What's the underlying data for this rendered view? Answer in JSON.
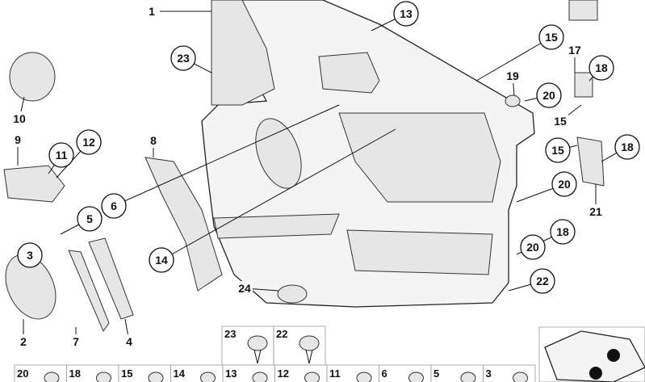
{
  "callouts": [
    {
      "label": "1",
      "circled": false
    },
    {
      "label": "13",
      "circled": true
    },
    {
      "label": "23",
      "circled": true
    },
    {
      "label": "15",
      "circled": true
    },
    {
      "label": "17",
      "circled": false
    },
    {
      "label": "18",
      "circled": true
    },
    {
      "label": "19",
      "circled": false
    },
    {
      "label": "20",
      "circled": true
    },
    {
      "label": "15",
      "circled": false
    },
    {
      "label": "15",
      "circled": true
    },
    {
      "label": "18",
      "circled": true
    },
    {
      "label": "20",
      "circled": true
    },
    {
      "label": "21",
      "circled": false
    },
    {
      "label": "20",
      "circled": true
    },
    {
      "label": "18",
      "circled": true
    },
    {
      "label": "22",
      "circled": true
    },
    {
      "label": "10",
      "circled": false
    },
    {
      "label": "9",
      "circled": false
    },
    {
      "label": "11",
      "circled": true
    },
    {
      "label": "12",
      "circled": true
    },
    {
      "label": "8",
      "circled": false
    },
    {
      "label": "6",
      "circled": true
    },
    {
      "label": "5",
      "circled": true
    },
    {
      "label": "3",
      "circled": true
    },
    {
      "label": "14",
      "circled": true
    },
    {
      "label": "24",
      "circled": false
    },
    {
      "label": "2",
      "circled": false
    },
    {
      "label": "7",
      "circled": false
    },
    {
      "label": "4",
      "circled": false
    }
  ],
  "fastener_grid_top": [
    "23",
    "22"
  ],
  "fastener_grid_bottom": [
    "20",
    "18",
    "15",
    "14",
    "13",
    "12",
    "11",
    "6",
    "5",
    "3"
  ]
}
